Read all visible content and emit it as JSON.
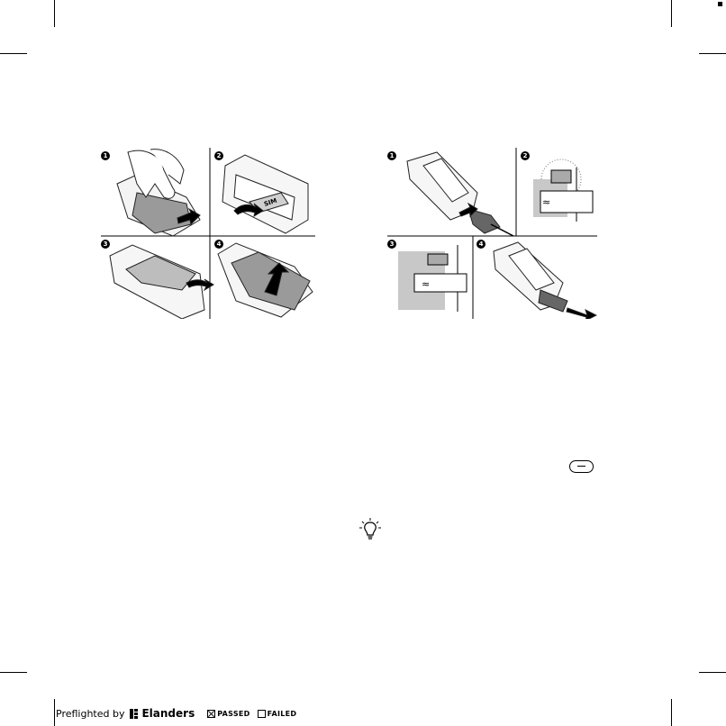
{
  "figures": {
    "battery_insertion": {
      "steps": [
        "1",
        "2",
        "3",
        "4"
      ],
      "sim_label": "SIM"
    },
    "charging": {
      "steps": [
        "1",
        "2",
        "3",
        "4"
      ],
      "approx_symbol": "≈"
    }
  },
  "icons": {
    "tip": "lightbulb-icon",
    "key": "minus-key-icon"
  },
  "footer": {
    "preflighted_by": "Preflighted by",
    "brand": "Elanders",
    "passed_label": "PASSED",
    "failed_label": "FAILED",
    "passed_checked": true
  }
}
